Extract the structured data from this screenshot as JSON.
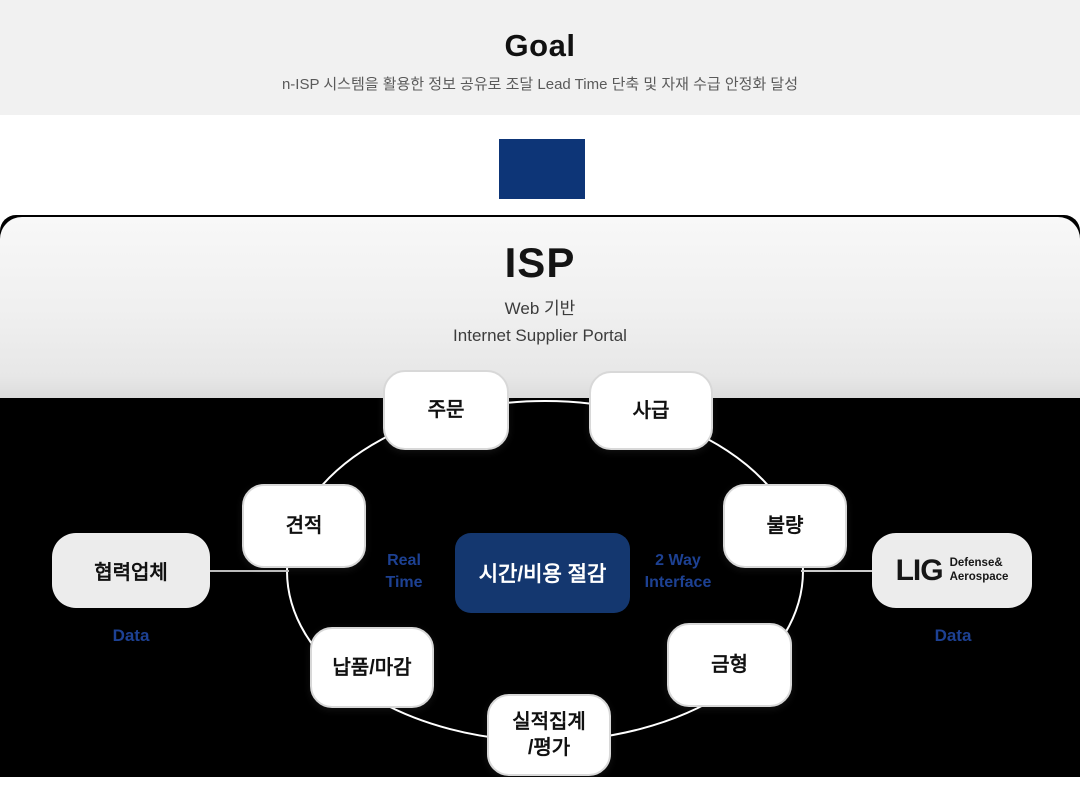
{
  "header": {
    "title": "Goal",
    "subtitle": "n-ISP 시스템을 활용한 정보 공유로 조달 Lead Time 단축 및 자재 수급 안정화 달성"
  },
  "flow_connector": {
    "color": "#0D3577"
  },
  "isp": {
    "title": "ISP",
    "subtitle_line1": "Web 기반",
    "subtitle_line2": "Internet Supplier Portal"
  },
  "diagram": {
    "center_box": {
      "label": "시간/비용 절감",
      "color": "#14376F"
    },
    "left_interface_label": {
      "line1": "Real",
      "line2": "Time"
    },
    "right_interface_label": {
      "line1": "2 Way",
      "line2": "Interface"
    },
    "accent_blue": "#1D4193",
    "nodes": [
      {
        "label": "주문"
      },
      {
        "label": "사급"
      },
      {
        "label": "견적"
      },
      {
        "label": "불량"
      },
      {
        "label": "납품/마감"
      },
      {
        "label": "금형"
      },
      {
        "label": "실적집계",
        "label_line2": "/평가"
      }
    ],
    "partner": {
      "label": "협력업체",
      "data_label": "Data"
    },
    "company": {
      "logo_text": "LIG",
      "logo_sub_line1": "Defense&",
      "logo_sub_line2": "Aerospace",
      "data_label": "Data"
    }
  }
}
